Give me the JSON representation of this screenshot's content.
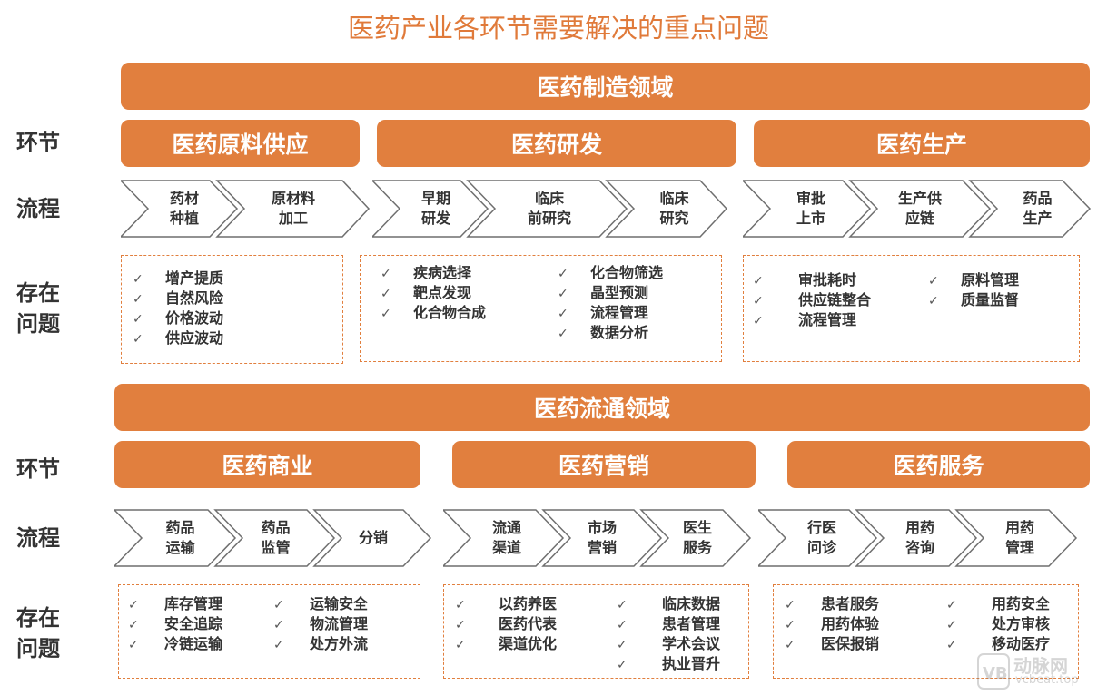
{
  "title": "医药产业各环节需要解决的重点问题",
  "labels": {
    "segment": "环节",
    "process": "流程",
    "issues": "存在\n问题"
  },
  "colors": {
    "accent": "#e17f3e"
  },
  "check_icon": "✓",
  "manufacturing": {
    "header": "医药制造领域",
    "segments": [
      {
        "name": "医药原料供应",
        "steps": [
          "药材\n种植",
          "原材料\n加工"
        ],
        "issues": [
          [
            "增产提质",
            "自然风险",
            "价格波动",
            "供应波动"
          ]
        ]
      },
      {
        "name": "医药研发",
        "steps": [
          "早期\n研发",
          "临床\n前研究",
          "临床\n研究"
        ],
        "issues": [
          [
            "疾病选择",
            "靶点发现",
            "化合物合成"
          ],
          [
            "化合物筛选",
            "晶型预测",
            "流程管理",
            "数据分析"
          ]
        ]
      },
      {
        "name": "医药生产",
        "steps": [
          "审批\n上市",
          "生产供\n应链",
          "药品\n生产"
        ],
        "issues": [
          [
            "审批耗时",
            "供应链整合",
            "流程管理"
          ],
          [
            "原料管理",
            "质量监督"
          ]
        ]
      }
    ]
  },
  "circulation": {
    "header": "医药流通领域",
    "segments": [
      {
        "name": "医药商业",
        "steps": [
          "药品\n运输",
          "药品\n监管",
          "分销"
        ],
        "issues": [
          [
            "库存管理",
            "安全追踪",
            "冷链运输"
          ],
          [
            "运输安全",
            "物流管理",
            "处方外流"
          ]
        ]
      },
      {
        "name": "医药营销",
        "steps": [
          "流通\n渠道",
          "市场\n营销",
          "医生\n服务"
        ],
        "issues": [
          [
            "以药养医",
            "医药代表",
            "渠道优化"
          ],
          [
            "临床数据",
            "患者管理",
            "学术会议",
            "执业晋升"
          ]
        ]
      },
      {
        "name": "医药服务",
        "steps": [
          "行医\n问诊",
          "用药\n咨询",
          "用药\n管理"
        ],
        "issues": [
          [
            "患者服务",
            "用药体验",
            "医保报销"
          ],
          [
            "用药安全",
            "处方审核",
            "移动医疗"
          ]
        ]
      }
    ]
  },
  "watermark": {
    "brand": "动脉网",
    "url": "vcbeat.top"
  }
}
